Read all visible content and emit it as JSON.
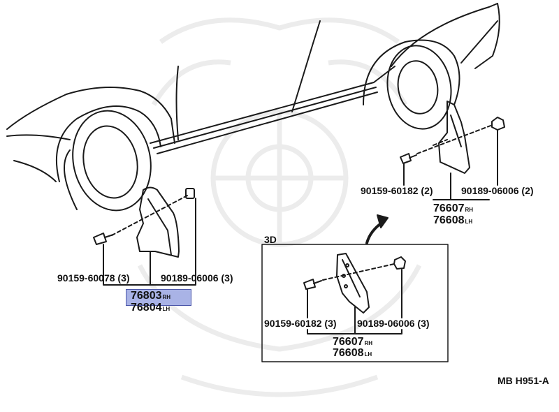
{
  "diagram": {
    "section_label": "3D",
    "figure_code": "MB H951-A",
    "front_group": {
      "screw": "90159-60078",
      "screw_qty": "(3)",
      "nut": "90189-06006",
      "nut_qty": "(3)",
      "part_rh": "76803",
      "part_rh_side": "RH",
      "part_lh": "76804",
      "part_lh_side": "LH",
      "highlighted": "76803"
    },
    "rear_group": {
      "screw": "90159-60182",
      "screw_qty": "(2)",
      "nut": "90189-06006",
      "nut_qty": "(2)",
      "part_rh": "76607",
      "part_rh_side": "RH",
      "part_lh": "76608",
      "part_lh_side": "LH"
    },
    "detail_group": {
      "screw": "90159-60182",
      "screw_qty": "(3)",
      "nut": "90189-06006",
      "nut_qty": "(3)",
      "part_rh": "76607",
      "part_rh_side": "RH",
      "part_lh": "76608",
      "part_lh_side": "LH"
    },
    "highlight_color": "#a9b3e6"
  }
}
